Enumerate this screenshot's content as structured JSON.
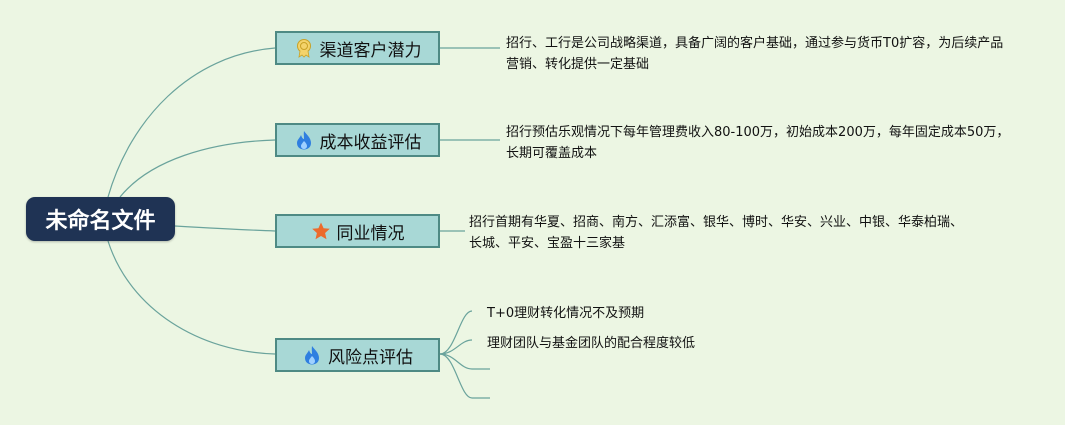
{
  "root": {
    "label": "未命名文件"
  },
  "branches": [
    {
      "label": "渠道客户潜力",
      "icon": "medal-icon",
      "note": "招行、工行是公司战略渠道，具备广阔的客户基础，通过参与货币T0扩容，为后续产品营销、转化提供一定基础"
    },
    {
      "label": "成本收益评估",
      "icon": "flame-icon",
      "note": "招行预估乐观情况下每年管理费收入80-100万，初始成本200万，每年固定成本50万，长期可覆盖成本"
    },
    {
      "label": "同业情况",
      "icon": "star-icon",
      "note": "招行首期有华夏、招商、南方、汇添富、银华、博时、华安、兴业、中银、华泰柏瑞、长城、平安、宝盈十三家基"
    },
    {
      "label": "风险点评估",
      "icon": "flame-icon",
      "subs": [
        "T+0理财转化情况不及预期",
        "理财团队与基金团队的配合程度较低",
        "",
        ""
      ]
    }
  ],
  "colors": {
    "background": "#ecf6e3",
    "root": "#1f3354",
    "branch_fill": "#a8d8d6",
    "branch_border": "#4e8a84",
    "line": "#6aa39c"
  }
}
